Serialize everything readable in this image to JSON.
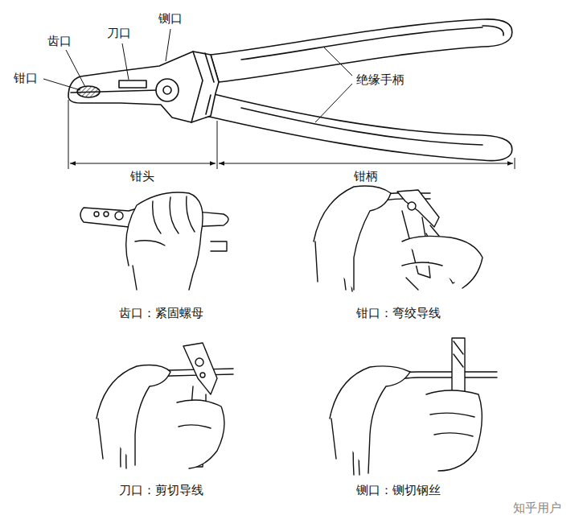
{
  "diagram": {
    "labels": [
      "钳口",
      "齿口",
      "刀口",
      "铡口",
      "绝缘手柄",
      "钳头",
      "钳柄",
      "齿口：紧固螺母",
      "钳口：弯绞导线",
      "刀口：剪切导线",
      "铡口：铡切钢丝",
      "知乎用户"
    ]
  }
}
